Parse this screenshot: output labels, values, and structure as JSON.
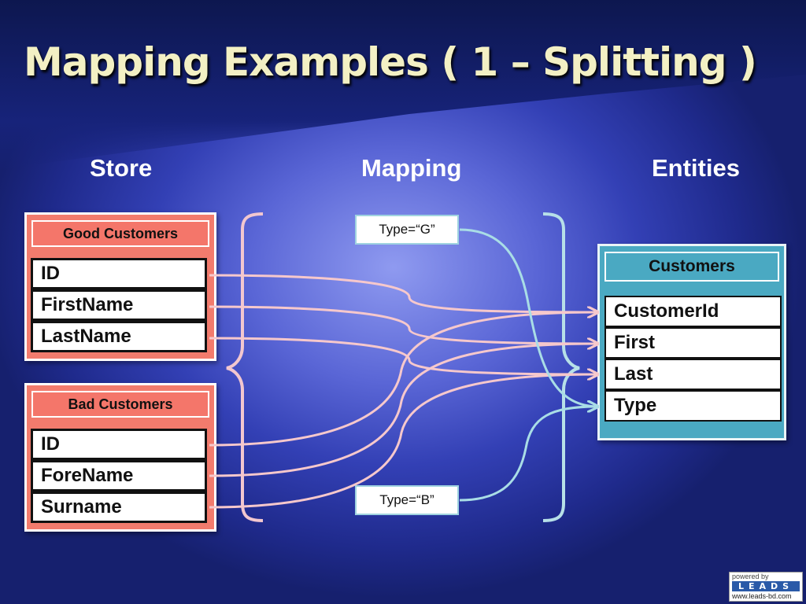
{
  "slide": {
    "title": "Mapping Examples ( 1 – Splitting )",
    "headings": {
      "store": "Store",
      "mapping": "Mapping",
      "entities": "Entities"
    }
  },
  "store_tables": [
    {
      "name": "Good Customers",
      "columns": [
        "ID",
        "FirstName",
        "LastName"
      ]
    },
    {
      "name": "Bad Customers",
      "columns": [
        "ID",
        "ForeName",
        "Surname"
      ]
    }
  ],
  "conditions": {
    "good": "Type=“G”",
    "bad": "Type=“B”"
  },
  "entity": {
    "name": "Customers",
    "properties": [
      "CustomerId",
      "First",
      "Last",
      "Type"
    ]
  },
  "colors": {
    "store_fill": "#f27b6d",
    "entity_fill": "#4aa9c2",
    "store_link": "#f6c8cc",
    "type_link": "#a9dde6",
    "title": "#f3f0c4"
  },
  "logo": {
    "top": "powered by",
    "brand": "LEADS",
    "url": "www.leads-bd.com"
  }
}
